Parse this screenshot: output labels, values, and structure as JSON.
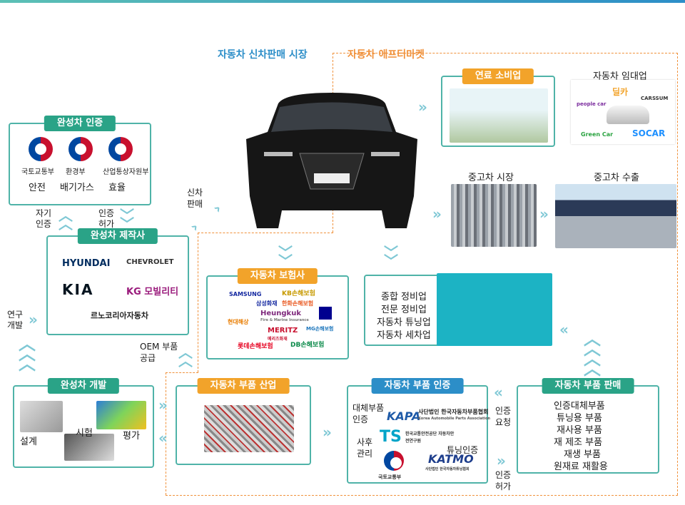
{
  "top": {
    "new_car_market": "자동차 신차판매 시장",
    "aftermarket": "자동차 애프터마켓"
  },
  "certification": {
    "header": "완성차 인증",
    "agencies": [
      "국토교통부",
      "환경부",
      "산업통상자원부"
    ],
    "areas": [
      "안전",
      "배기가스",
      "효율"
    ]
  },
  "manufacturers": {
    "header": "완성차 제작사",
    "brands": [
      "HYUNDAI",
      "CHEVROLET",
      "KIA",
      "KG 모빌리티",
      "르노코리아자동차"
    ]
  },
  "development": {
    "header": "완성차 개발",
    "steps": [
      "설계",
      "시험",
      "평가"
    ]
  },
  "parts_industry": {
    "header": "자동차 부품 산업"
  },
  "parts_cert": {
    "header": "자동차 부품 인증",
    "labels": [
      "대체부품 인증",
      "사후 관리",
      "튜닝인증"
    ],
    "orgs": [
      "KAPA",
      "사단법인 한국자동차부품협회",
      "Korea Automobile Parts Association",
      "TS",
      "한국교통안전공단 자동차안전연구원",
      "KATMO",
      "사단법인 한국자동차튜닝협회",
      "국토교통부"
    ]
  },
  "parts_sales": {
    "header": "자동차 부품 판매",
    "items": [
      "인증대체부품",
      "튜닝용 부품",
      "재사용 부품",
      "재 제조 부품",
      "재생 부품",
      "원재료 재활용"
    ]
  },
  "insurance": {
    "header": "자동차 보험사",
    "companies": [
      "SAMSUNG",
      "KB손해보험",
      "삼성화재",
      "한화손해보험",
      "Heungkuk",
      "Fire & Marine Insurance",
      "현대해상",
      "MERITZ",
      "메리츠화재",
      "MG손해보험",
      "롯데손해보험",
      "DB손해보험"
    ]
  },
  "repair": {
    "items": [
      "종합 정비업",
      "전문 정비업",
      "자동차 튜닝업",
      "자동차 세차업"
    ]
  },
  "fuel": {
    "header": "연료 소비업"
  },
  "rental": {
    "title": "자동차 임대업",
    "brands": [
      "people car",
      "딜카",
      "CARSSUM",
      "Green Car",
      "SOCAR"
    ]
  },
  "used": {
    "market": "중고차 시장",
    "export": "중고차 수출"
  },
  "flows": {
    "new_sale": "신차 판매",
    "self_cert": "자기 인증",
    "cert_permit": "인증 허가",
    "rnd": "연구 개발",
    "oem": "OEM 부품공급",
    "cert_request": "인증 요청",
    "cert_permit2": "인증 허가"
  },
  "colors": {
    "teal_border": "#4fb3a8",
    "green": "#2aa387",
    "orange": "#f2a32a",
    "blue": "#2c8ec8",
    "dashed": "#f0913b",
    "arrow": "#7fc8d5"
  }
}
